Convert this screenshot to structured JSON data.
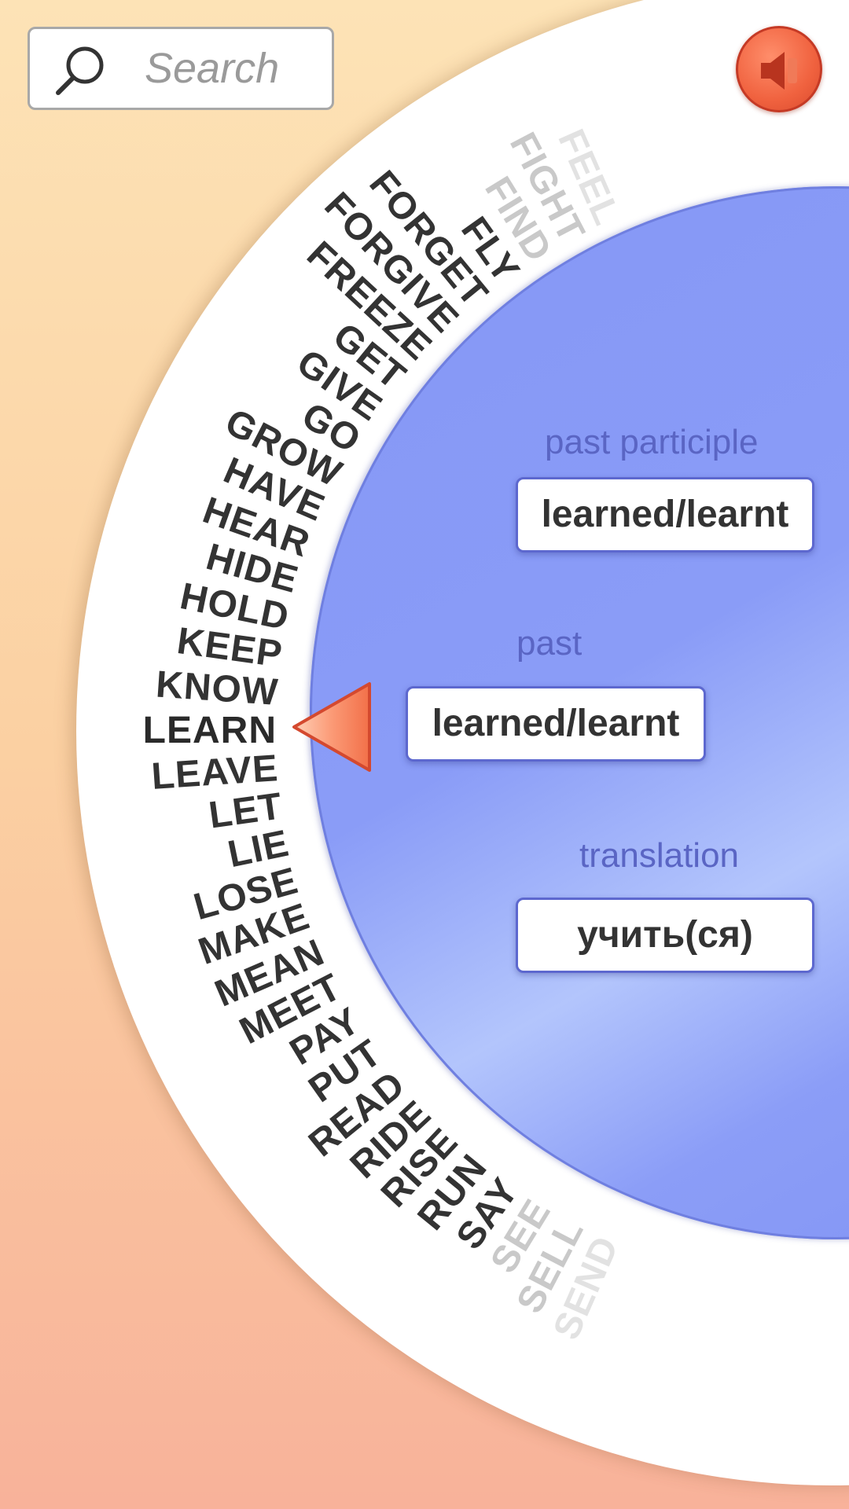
{
  "search": {
    "placeholder": "Search",
    "icon": "search-icon"
  },
  "sound_button": {
    "icon": "speaker-icon",
    "color": "#f0623f"
  },
  "wheel": {
    "selected": "LEARN",
    "words": [
      {
        "text": "FEEL",
        "state": "faded2"
      },
      {
        "text": "FIGHT",
        "state": "faded"
      },
      {
        "text": "FIND",
        "state": "faded"
      },
      {
        "text": "FLY",
        "state": "normal"
      },
      {
        "text": "FORGET",
        "state": "normal"
      },
      {
        "text": "FORGIVE",
        "state": "normal"
      },
      {
        "text": "FREEZE",
        "state": "normal"
      },
      {
        "text": "GET",
        "state": "normal"
      },
      {
        "text": "GIVE",
        "state": "normal"
      },
      {
        "text": "GO",
        "state": "normal"
      },
      {
        "text": "GROW",
        "state": "normal"
      },
      {
        "text": "HAVE",
        "state": "normal"
      },
      {
        "text": "HEAR",
        "state": "normal"
      },
      {
        "text": "HIDE",
        "state": "normal"
      },
      {
        "text": "HOLD",
        "state": "normal"
      },
      {
        "text": "KEEP",
        "state": "normal"
      },
      {
        "text": "KNOW",
        "state": "normal"
      },
      {
        "text": "LEARN",
        "state": "selected"
      },
      {
        "text": "LEAVE",
        "state": "normal"
      },
      {
        "text": "LET",
        "state": "normal"
      },
      {
        "text": "LIE",
        "state": "normal"
      },
      {
        "text": "LOSE",
        "state": "normal"
      },
      {
        "text": "MAKE",
        "state": "normal"
      },
      {
        "text": "MEAN",
        "state": "normal"
      },
      {
        "text": "MEET",
        "state": "normal"
      },
      {
        "text": "PAY",
        "state": "normal"
      },
      {
        "text": "PUT",
        "state": "normal"
      },
      {
        "text": "READ",
        "state": "normal"
      },
      {
        "text": "RIDE",
        "state": "normal"
      },
      {
        "text": "RISE",
        "state": "normal"
      },
      {
        "text": "RUN",
        "state": "normal"
      },
      {
        "text": "SAY",
        "state": "normal"
      },
      {
        "text": "SEE",
        "state": "faded"
      },
      {
        "text": "SELL",
        "state": "faded"
      },
      {
        "text": "SEND",
        "state": "faded2"
      }
    ]
  },
  "fields": {
    "past_participle_label": "past participle",
    "past_participle_value": "learned/learnt",
    "past_label": "past",
    "past_value": "learned/learnt",
    "translation_label": "translation",
    "translation_value": "учить(ся)"
  },
  "colors": {
    "accent": "#f0623f",
    "wheel_inner": "#8a9cf7",
    "label": "#5a65c4"
  }
}
